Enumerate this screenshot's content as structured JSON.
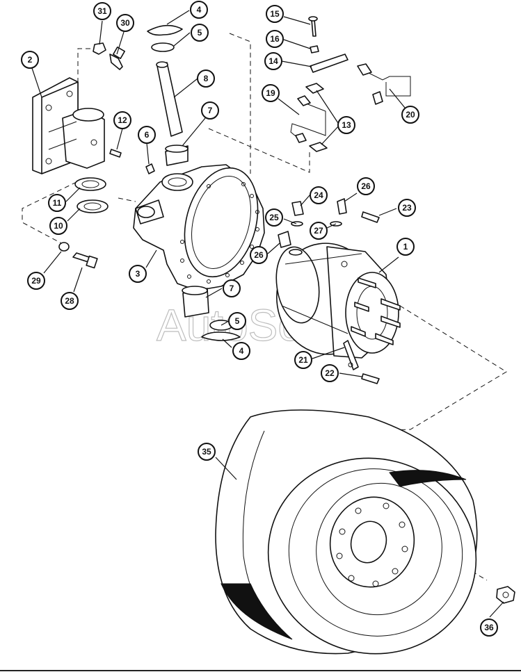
{
  "watermark": "AutoSoft",
  "callouts": [
    {
      "id": "c31",
      "label": "31"
    },
    {
      "id": "c30",
      "label": "30"
    },
    {
      "id": "c4a",
      "label": "4"
    },
    {
      "id": "c5a",
      "label": "5"
    },
    {
      "id": "c15",
      "label": "15"
    },
    {
      "id": "c16",
      "label": "16"
    },
    {
      "id": "c2",
      "label": "2"
    },
    {
      "id": "c14",
      "label": "14"
    },
    {
      "id": "c8",
      "label": "8"
    },
    {
      "id": "c19",
      "label": "19"
    },
    {
      "id": "c20",
      "label": "20"
    },
    {
      "id": "c12",
      "label": "12"
    },
    {
      "id": "c7a",
      "label": "7"
    },
    {
      "id": "c13",
      "label": "13"
    },
    {
      "id": "c6",
      "label": "6"
    },
    {
      "id": "c24",
      "label": "24"
    },
    {
      "id": "c26a",
      "label": "26"
    },
    {
      "id": "c11",
      "label": "11"
    },
    {
      "id": "c23",
      "label": "23"
    },
    {
      "id": "c25",
      "label": "25"
    },
    {
      "id": "c10",
      "label": "10"
    },
    {
      "id": "c27",
      "label": "27"
    },
    {
      "id": "c1",
      "label": "1"
    },
    {
      "id": "c26b",
      "label": "26"
    },
    {
      "id": "c3",
      "label": "3"
    },
    {
      "id": "c29",
      "label": "29"
    },
    {
      "id": "c28",
      "label": "28"
    },
    {
      "id": "c7b",
      "label": "7"
    },
    {
      "id": "c5b",
      "label": "5"
    },
    {
      "id": "c4b",
      "label": "4"
    },
    {
      "id": "c21",
      "label": "21"
    },
    {
      "id": "c22",
      "label": "22"
    },
    {
      "id": "c35",
      "label": "35"
    },
    {
      "id": "c36",
      "label": "36"
    }
  ]
}
